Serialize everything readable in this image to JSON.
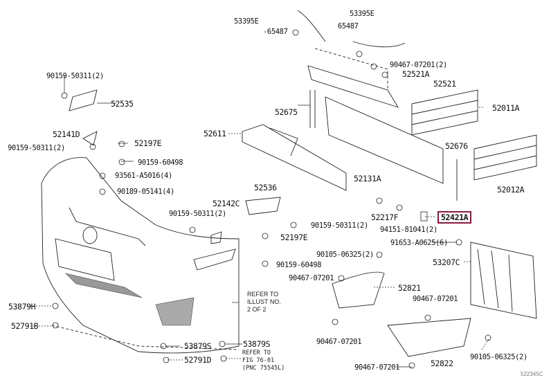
{
  "diagram": {
    "reference_code": "522345C",
    "highlight_color": "#8b1a3a",
    "highlighted_part": "52421A",
    "parts": [
      {
        "id": "p01",
        "label": "53395E"
      },
      {
        "id": "p02",
        "label": "-65487"
      },
      {
        "id": "p03",
        "label": "53395E"
      },
      {
        "id": "p04",
        "label": "65487"
      },
      {
        "id": "p05",
        "label": "90467-07201(2)"
      },
      {
        "id": "p06",
        "label": "52521A"
      },
      {
        "id": "p07",
        "label": "52521"
      },
      {
        "id": "p08",
        "label": "52011A"
      },
      {
        "id": "p09",
        "label": "90159-50311(2)"
      },
      {
        "id": "p10",
        "label": "52535"
      },
      {
        "id": "p11",
        "label": "52675"
      },
      {
        "id": "p12",
        "label": "52611"
      },
      {
        "id": "p13",
        "label": "52141D"
      },
      {
        "id": "p14",
        "label": "90159-50311(2)"
      },
      {
        "id": "p15",
        "label": "52197E"
      },
      {
        "id": "p16",
        "label": "90159-60498"
      },
      {
        "id": "p17",
        "label": "93561-A5016(4)"
      },
      {
        "id": "p18",
        "label": "90189-05141(4)"
      },
      {
        "id": "p19",
        "label": "52676"
      },
      {
        "id": "p20",
        "label": "52131A"
      },
      {
        "id": "p21",
        "label": "52012A"
      },
      {
        "id": "p22",
        "label": "52536"
      },
      {
        "id": "p23",
        "label": "52142C"
      },
      {
        "id": "p24",
        "label": "90159-50311(2)"
      },
      {
        "id": "p25",
        "label": "90159-50311(2)"
      },
      {
        "id": "p26",
        "label": "52217F"
      },
      {
        "id": "p27",
        "label": "94151-81041(2)"
      },
      {
        "id": "p28",
        "label": "52421A"
      },
      {
        "id": "p29",
        "label": "52197E"
      },
      {
        "id": "p30",
        "label": "91653-A0625(6)"
      },
      {
        "id": "p31",
        "label": "90105-06325(2)"
      },
      {
        "id": "p32",
        "label": "53207C"
      },
      {
        "id": "p33",
        "label": "90159-60498"
      },
      {
        "id": "p34",
        "label": "90467-07201"
      },
      {
        "id": "p35",
        "label": "52821"
      },
      {
        "id": "p36",
        "label": "90467-07201"
      },
      {
        "id": "p37",
        "label": "53879H"
      },
      {
        "id": "p38",
        "label": "52791B"
      },
      {
        "id": "p39",
        "label": "90467-07201"
      },
      {
        "id": "p40",
        "label": "53879S"
      },
      {
        "id": "p41",
        "label": "53879S"
      },
      {
        "id": "p42",
        "label": "52791D"
      },
      {
        "id": "p43",
        "label": "90467-07201"
      },
      {
        "id": "p44",
        "label": "52822"
      },
      {
        "id": "p45",
        "label": "90105-06325(2)"
      }
    ],
    "notes": {
      "illust_ref": "REFER TO\nILLUST NO.\n2 OF 2",
      "fig_ref": "REFER TO\nFIG 76-01\n(PNC 75545L)"
    }
  }
}
